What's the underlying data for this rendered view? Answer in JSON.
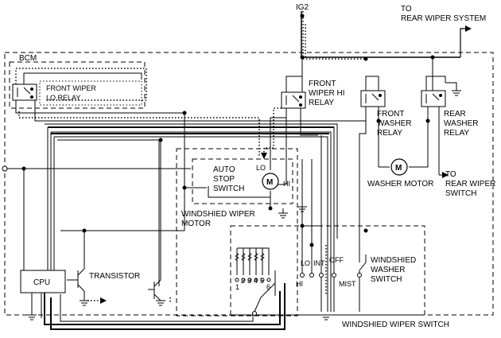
{
  "labels": {
    "ig2": "IG2",
    "to_rear_wiper_system_1": "TO",
    "to_rear_wiper_system_2": "REAR WIPER SYSTEM",
    "bcm": "BCM",
    "front_wiper_lo_relay_1": "FRONT WIPER",
    "front_wiper_lo_relay_2": "LO RELAY",
    "front_wiper_hi_relay_1": "FRONT",
    "front_wiper_hi_relay_2": "WIPER HI",
    "front_wiper_hi_relay_3": "RELAY",
    "front_washer_relay_1": "FRONT",
    "front_washer_relay_2": "WASHER",
    "front_washer_relay_3": "RELAY",
    "rear_washer_relay_1": "REAR",
    "rear_washer_relay_2": "WASHER",
    "rear_washer_relay_3": "RELAY",
    "auto_stop_switch_1": "AUTO",
    "auto_stop_switch_2": "STOP",
    "auto_stop_switch_3": "SWITCH",
    "motor_lo": "LO",
    "motor_hi": "HI",
    "motor_m": "M",
    "washer_motor_m": "M",
    "washer_motor": "WASHER MOTOR",
    "to_rear_wiper_switch_1": "TO",
    "to_rear_wiper_switch_2": "REAR WIPER",
    "to_rear_wiper_switch_3": "SWITCH",
    "windshield_wiper_motor_1": "WINDSHIED WIPER",
    "windshield_wiper_motor_2": "MOTOR",
    "cpu": "CPU",
    "transistor": "TRANSISTOR",
    "switch_lo": "LO",
    "switch_int": "INT",
    "switch_off": "OFF",
    "switch_hi": "HI",
    "switch_mist": "MIST",
    "washer_switch_1": "WINDSHIED",
    "washer_switch_2": "WASHER",
    "washer_switch_3": "SWITCH",
    "wiper_switch": "WINDSHIED WIPER SWITCH",
    "int_pos_1": "1",
    "int_pos_2": "2",
    "int_pos_3": "3",
    "int_pos_4": "4",
    "int_pos_5": "5",
    "int_pos_6": "6"
  }
}
